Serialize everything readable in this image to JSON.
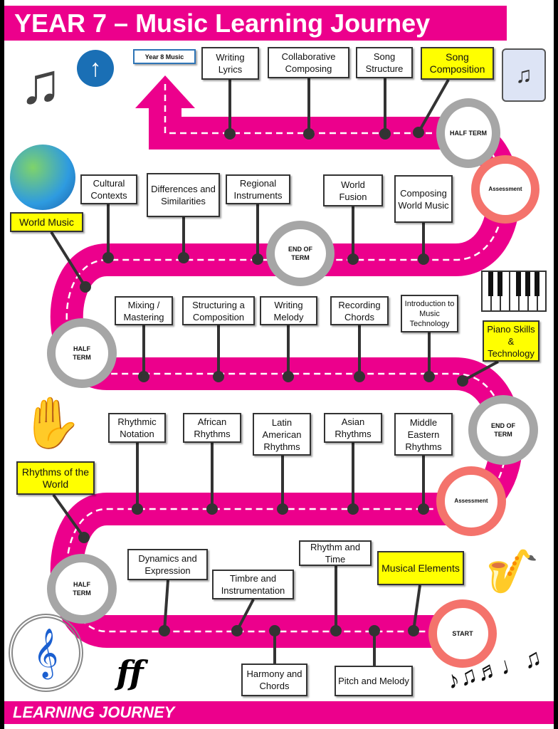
{
  "header": {
    "title": "YEAR 7 – Music Learning Journey"
  },
  "footer": {
    "label": "LEARNING JOURNEY"
  },
  "colors": {
    "road": "#ec008c",
    "half_term_ring": "#a6a6a6",
    "assessment_ring": "#f4736c",
    "highlight": "#ffff00"
  },
  "next": {
    "label": "Year 8 Music"
  },
  "milestones": {
    "half_term": "HALF TERM",
    "assessment": "Assessment",
    "end_of_term": "END OF TERM",
    "start": "START"
  },
  "units": {
    "song": {
      "title": "Song Composition",
      "topics": [
        "Writing Lyrics",
        "Collaborative Composing",
        "Song Structure"
      ]
    },
    "world": {
      "title": "World Music",
      "topics": [
        "Cultural Contexts",
        "Differences and Similarities",
        "Regional Instruments",
        "World Fusion",
        "Composing World Music"
      ]
    },
    "tech": {
      "title": "Piano Skills & Technology",
      "topics": [
        "Mixing / Mastering",
        "Structuring a Composition",
        "Writing Melody",
        "Recording Chords",
        "Introduction to Music Technology"
      ]
    },
    "rhythms": {
      "title": "Rhythms of the World",
      "topics": [
        "Rhythmic Notation",
        "African Rhythms",
        "Latin American Rhythms",
        "Asian Rhythms",
        "Middle Eastern Rhythms"
      ]
    },
    "elements": {
      "title": "Musical Elements",
      "topics": [
        "Dynamics and Expression",
        "Timbre and Instrumentation",
        "Rhythm and Time",
        "Harmony and Chords",
        "Pitch and Melody"
      ]
    }
  },
  "decor": {
    "dynamics_symbol": "ff"
  }
}
